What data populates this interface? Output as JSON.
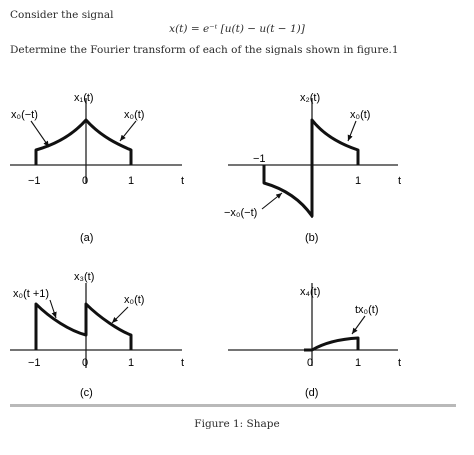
{
  "intro": "Consider the signal",
  "equation": "x(t) = e⁻ᵗ [u(t) − u(t − 1)]",
  "task": "Determine the Fourier transform of each of the signals shown in figure.1",
  "caption": "Figure 1: Shape",
  "panels": {
    "a": {
      "label": "(a)",
      "title": "x₁(t)",
      "left_annotation": "x₀(−t)",
      "right_annotation": "x₀(t)",
      "ticks": [
        "−1",
        "0",
        "1"
      ],
      "axis_label": "t"
    },
    "b": {
      "label": "(b)",
      "title": "x₂(t)",
      "right_annotation": "x₀(t)",
      "bottom_annotation": "−x₀(−t)",
      "ticks": [
        "−1",
        "1"
      ],
      "axis_label": "t"
    },
    "c": {
      "label": "(c)",
      "title": "x₃(t)",
      "left_annotation": "x₀(t +1)",
      "right_annotation": "x₀(t)",
      "ticks": [
        "−1",
        "0",
        "1"
      ],
      "axis_label": "t"
    },
    "d": {
      "label": "(d)",
      "title": "x₄(t)",
      "right_annotation": "tx₀(t)",
      "ticks": [
        "0",
        "1"
      ],
      "axis_label": "t"
    }
  }
}
